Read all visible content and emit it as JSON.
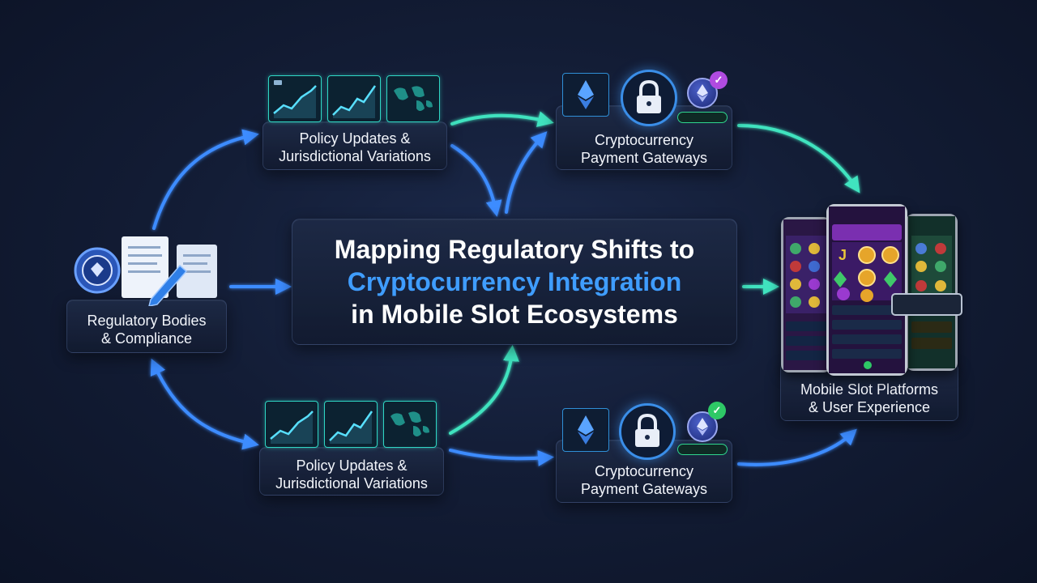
{
  "title": {
    "line1": "Mapping Regulatory Shifts to",
    "line2": "Cryptocurrency Integration",
    "line3": "in Mobile Slot Ecosystems"
  },
  "nodes": {
    "regulatory": {
      "line1": "Regulatory Bodies",
      "line2": "& Compliance"
    },
    "policy_top": {
      "line1": "Policy Updates &",
      "line2": "Jurisdictional Variations"
    },
    "policy_bottom": {
      "line1": "Policy Updates &",
      "line2": "Jurisdictional Variations"
    },
    "crypto_top": {
      "line1": "Cryptocurrency",
      "line2": "Payment Gateways"
    },
    "crypto_bottom": {
      "line1": "Cryptocurrency",
      "line2": "Payment Gateways"
    },
    "mobile": {
      "line1": "Mobile Slot Platforms",
      "line2": "& User Experience"
    }
  },
  "colors": {
    "title_accent": "#3f9dff",
    "arrow_blue": "#3d8cff",
    "arrow_teal": "#3fe3bf",
    "thumb_border": "#2fd6c4",
    "check_purple": "#b04be0",
    "check_green": "#2ec866"
  },
  "icons": {
    "regulatory": [
      "seal-icon",
      "document-icon",
      "pen-icon"
    ],
    "policy": [
      "chart-icon",
      "chart-icon",
      "world-map-icon"
    ],
    "crypto": [
      "ethereum-icon",
      "padlock-icon",
      "coin-icon",
      "check-icon"
    ],
    "mobile": [
      "phone-icon",
      "phone-icon",
      "phone-icon"
    ]
  }
}
